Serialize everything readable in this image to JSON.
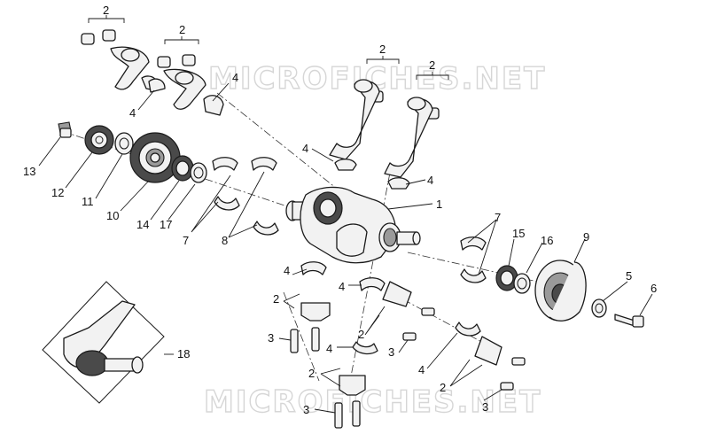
{
  "watermark": "MICROFICHES.NET",
  "callouts": {
    "c1": "1",
    "c2a": "2",
    "c2b": "2",
    "c2c": "2",
    "c2d": "2",
    "c2e": "2",
    "c2f": "2",
    "c2g": "2",
    "c2h": "2",
    "c3a": "3",
    "c3b": "3",
    "c3c": "3",
    "c3d": "3",
    "c4a": "4",
    "c4b": "4",
    "c4c": "4",
    "c4d": "4",
    "c4e": "4",
    "c4f": "4",
    "c4g": "4",
    "c4h": "4",
    "c5": "5",
    "c6": "6",
    "c7a": "7",
    "c7b": "7",
    "c8": "8",
    "c9": "9",
    "c10": "10",
    "c11": "11",
    "c12": "12",
    "c13": "13",
    "c14": "14",
    "c15": "15",
    "c16": "16",
    "c17": "17",
    "c18": "18"
  }
}
